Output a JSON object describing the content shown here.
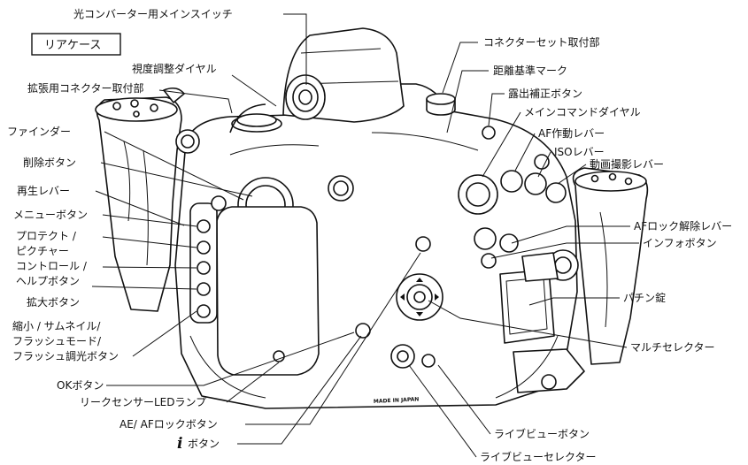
{
  "diagram": {
    "boxed_title": "リアケース",
    "labels": {
      "converter_switch": "光コンバーター用メインスイッチ",
      "diopter_dial": "視度調整ダイヤル",
      "expansion_connector": "拡張用コネクター取付部",
      "finder": "ファインダー",
      "delete_button": "削除ボタン",
      "playback_lever": "再生レバー",
      "menu_button": "メニューボタン",
      "protect_1": "プロテクト /",
      "protect_2": "ピクチャー",
      "protect_3": "コントロール /",
      "protect_4": "ヘルプボタン",
      "zoom_in_button": "拡大ボタン",
      "zoom_out_1": "縮小 / サムネイル/",
      "zoom_out_2": "フラッシュモード/",
      "zoom_out_3": "フラッシュ調光ボタン",
      "ok_button": "OKボタン",
      "leak_led": "リークセンサーLEDランプ",
      "ae_af_lock": "AE/ AFロックボタン",
      "i_button_glyph": "i",
      "i_button_text": "ボタン",
      "connector_set": "コネクターセット取付部",
      "distance_mark": "距離基準マーク",
      "exposure_comp": "露出補正ボタン",
      "main_command_dial": "メインコマンドダイヤル",
      "af_lever": "AF作動レバー",
      "iso_lever": "ISOレバー",
      "movie_lever": "動画撮影レバー",
      "af_lock_release": "AFロック解除レバー",
      "info_button": "インフォボタン",
      "latch": "パチン錠",
      "multi_selector": "マルチセレクター",
      "liveview_button": "ライブビューボタン",
      "liveview_selector": "ライブビューセレクター"
    },
    "engraving": "MADE IN JAPAN",
    "colors": {
      "ink": "#111111",
      "housing": "#ffffff"
    },
    "icons": [
      "housing-line-drawing",
      "multi-selector-arrows-icon"
    ]
  }
}
